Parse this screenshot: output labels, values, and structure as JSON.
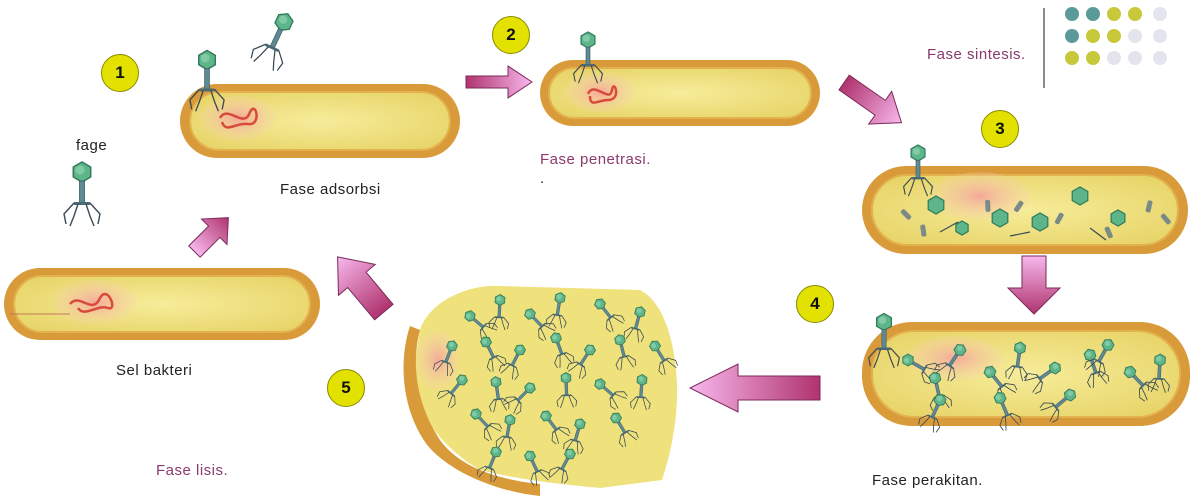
{
  "labels": {
    "fage": "fage",
    "sel_bakteri": "Sel bakteri",
    "fase_adsorbsi": "Fase adsorbsi",
    "fase_penetrasi": "Fase penetrasi.",
    "penetrasi_dot": ".",
    "fase_sintesis": "Fase sintesis.",
    "fase_perakitan": "Fase perakitan.",
    "fase_lisis": "Fase lisis."
  },
  "steps": [
    "1",
    "2",
    "3",
    "4",
    "5"
  ],
  "colors": {
    "cell_outer": "#d99a3a",
    "cell_inner": "#efe27c",
    "nucleoid": "#f2b7a6",
    "dna": "#d84a3a",
    "phage_head": "#5fb58a",
    "arrow": "#d86ac4",
    "step_badge": "#e2e100",
    "label_purple": "#8a3a6e",
    "dots_teal": "#5a9a98",
    "dots_lime": "#c8c93a",
    "dots_pale": "#e4e4ee"
  },
  "icons": [
    "bacterium-cell",
    "bacteriophage-icon",
    "arrow-icon",
    "dna-icon"
  ]
}
